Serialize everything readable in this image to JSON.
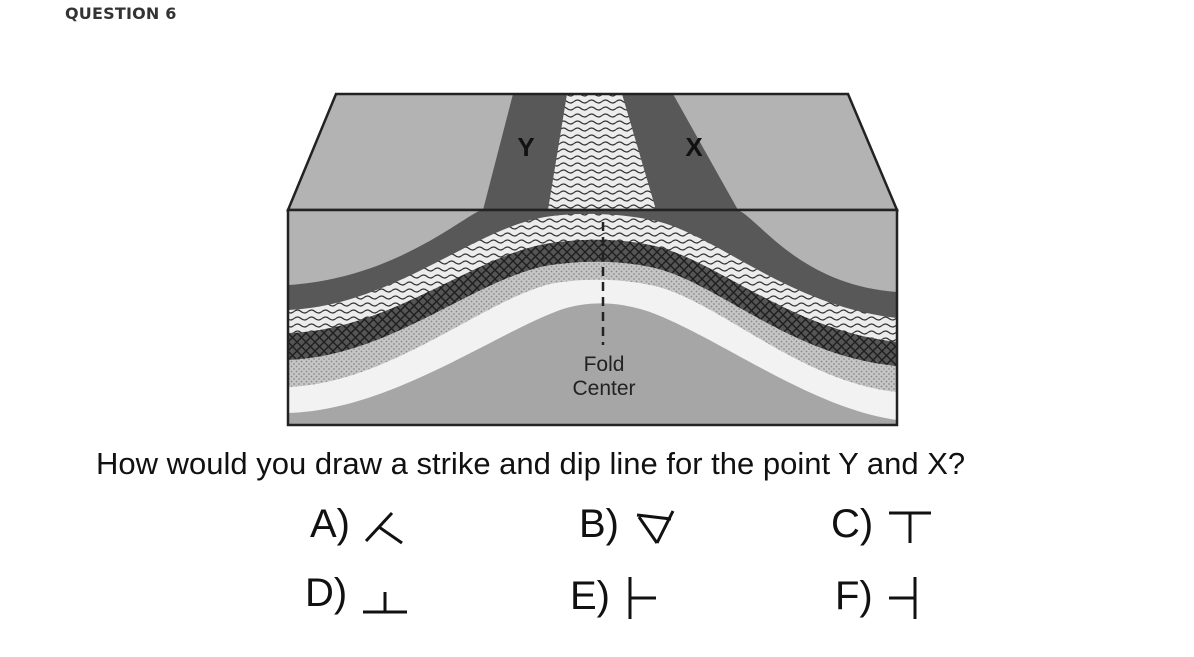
{
  "header": {
    "title": "QUESTION 6"
  },
  "figure": {
    "label_y": "Y",
    "label_x": "X",
    "fold_label_line1": "Fold",
    "fold_label_line2": "Center"
  },
  "question": {
    "text": "How would you draw a strike and dip line for the point Y and X?"
  },
  "options": [
    {
      "label": "A)",
      "symbol": "strike-dip-a-icon"
    },
    {
      "label": "B)",
      "symbol": "strike-dip-b-icon"
    },
    {
      "label": "C)",
      "symbol": "strike-dip-c-icon"
    },
    {
      "label": "D)",
      "symbol": "strike-dip-d-icon"
    },
    {
      "label": "E)",
      "symbol": "strike-dip-e-icon"
    },
    {
      "label": "F)",
      "symbol": "strike-dip-f-icon"
    }
  ]
}
